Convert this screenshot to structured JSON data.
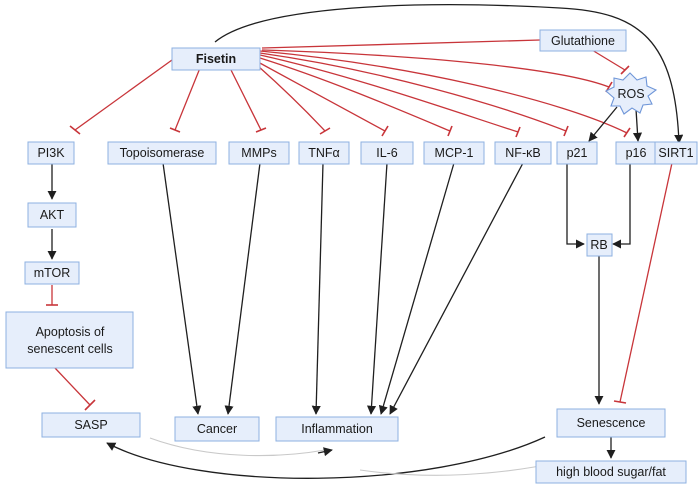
{
  "nodes": {
    "fisetin": "Fisetin",
    "glutathione": "Glutathione",
    "ros": "ROS",
    "pi3k": "PI3K",
    "topoisomerase": "Topoisomerase",
    "mmps": "MMPs",
    "tnfa": "TNFα",
    "il6": "IL-6",
    "mcp1": "MCP-1",
    "nfkb": "NF-κB",
    "p21": "p21",
    "p16": "p16",
    "sirt1": "SIRT1",
    "akt": "AKT",
    "mtor": "mTOR",
    "apoptosis_line1": "Apoptosis of",
    "apoptosis_line2": "senescent cells",
    "rb": "RB",
    "sasp": "SASP",
    "cancer": "Cancer",
    "inflammation": "Inflammation",
    "senescence": "Senescence",
    "blood_sugar": "high blood sugar/fat"
  },
  "colors": {
    "activation": "#1f1f1f",
    "inhibition": "#c8353a",
    "node_fill": "#e6eefb",
    "node_border": "#8eb0e0"
  }
}
